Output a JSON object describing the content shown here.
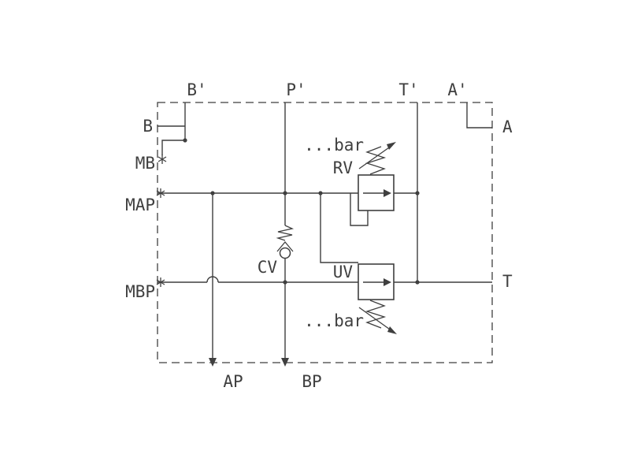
{
  "page": {
    "background": "#ffffff"
  },
  "diagram": {
    "kind": "hydraulic-valve-block-schematic",
    "line_color": "#3f3f3f",
    "text_color": "#3f3f3f",
    "ports": {
      "top": {
        "b_prime": "B'",
        "p_prime": "P'",
        "t_prime": "T'",
        "a_prime": "A'"
      },
      "left": {
        "b": "B",
        "mb": "MB",
        "map": "MAP",
        "mbp": "MBP"
      },
      "right": {
        "a": "A",
        "t": "T"
      },
      "bottom": {
        "ap": "AP",
        "bp": "BP"
      }
    },
    "components": {
      "rv": {
        "label": "RV",
        "setting": "...bar",
        "type": "relief-valve"
      },
      "uv": {
        "label": "UV",
        "setting": "...bar",
        "type": "unloading-valve"
      },
      "cv": {
        "label": "CV",
        "type": "check-valve"
      }
    },
    "plugged_ports": [
      "MB",
      "MAP",
      "MBP"
    ]
  }
}
